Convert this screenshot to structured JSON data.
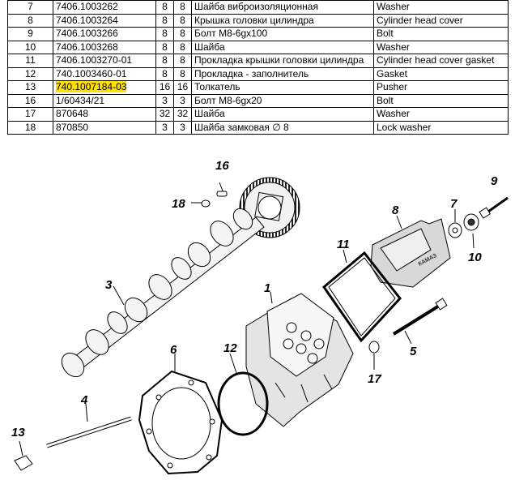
{
  "table": {
    "rows": [
      {
        "pos": "7",
        "code": "7406.1003262",
        "q1": "8",
        "q2": "8",
        "name_ru": "Шайба виброизоляционная",
        "name_en": "Washer",
        "highlight": false
      },
      {
        "pos": "8",
        "code": "7406.1003264",
        "q1": "8",
        "q2": "8",
        "name_ru": "Крышка головки цилиндра",
        "name_en": "Cylinder head cover",
        "highlight": false
      },
      {
        "pos": "9",
        "code": "7406.1003266",
        "q1": "8",
        "q2": "8",
        "name_ru": "Болт М8-6gx100",
        "name_en": "Bolt",
        "highlight": false
      },
      {
        "pos": "10",
        "code": "7406.1003268",
        "q1": "8",
        "q2": "8",
        "name_ru": "Шайба",
        "name_en": "Washer",
        "highlight": false
      },
      {
        "pos": "11",
        "code": "7406.1003270-01",
        "q1": "8",
        "q2": "8",
        "name_ru": "Прокладка крышки головки цилиндра",
        "name_en": "Cylinder head cover gasket",
        "highlight": false
      },
      {
        "pos": "12",
        "code": "740.1003460-01",
        "q1": "8",
        "q2": "8",
        "name_ru": "Прокладка - заполнитель",
        "name_en": "Gasket",
        "highlight": false
      },
      {
        "pos": "13",
        "code": "740.1007184-03",
        "q1": "16",
        "q2": "16",
        "name_ru": "Толкатель",
        "name_en": "Pusher",
        "highlight": true
      },
      {
        "pos": "16",
        "code": "1/60434/21",
        "q1": "3",
        "q2": "3",
        "name_ru": "Болт М8-6gx20",
        "name_en": "Bolt",
        "highlight": false
      },
      {
        "pos": "17",
        "code": "870648",
        "q1": "32",
        "q2": "32",
        "name_ru": "Шайба",
        "name_en": "Washer",
        "highlight": false
      },
      {
        "pos": "18",
        "code": "870850",
        "q1": "3",
        "q2": "3",
        "name_ru": "Шайба замковая ∅ 8",
        "name_en": "Lock washer",
        "highlight": false
      }
    ]
  },
  "diagram": {
    "callouts": [
      "1",
      "3",
      "4",
      "5",
      "6",
      "7",
      "8",
      "9",
      "10",
      "11",
      "12",
      "13",
      "16",
      "17",
      "18"
    ],
    "cover_stamp": "КАМАЗ"
  },
  "colors": {
    "highlight": "#ffe000",
    "line": "#000000"
  }
}
